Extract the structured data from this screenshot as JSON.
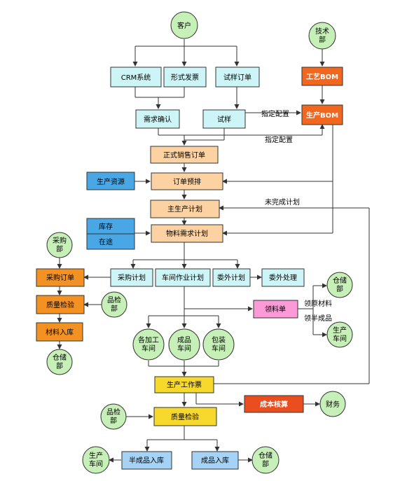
{
  "colors": {
    "circle": "#c6f0b8",
    "cyan": "#cdf5f7",
    "blue": "#4aa7e6",
    "peach": "#fcd2a2",
    "orange": "#f39223",
    "bom_orange": "#f2671f",
    "red_orange": "#ea4e1e",
    "pink": "#fb9ad6",
    "yellow": "#f7d82c",
    "light_blue": "#a6d3f5",
    "line": "#333333"
  },
  "nodes": {
    "customer": "客户",
    "tech_dept": [
      "技术",
      "部"
    ],
    "crm": "CRM系统",
    "proforma": "形式发票",
    "sample_order": "试样订单",
    "process_bom": "工艺BOM",
    "demand_confirm": "需求确认",
    "sample": "试样",
    "production_bom": "生产BOM",
    "formal_order": "正式销售订单",
    "prod_resources": "生产资源",
    "order_schedule": "订单预排",
    "master_plan": "主生产计划",
    "inventory": "库存",
    "in_transit": "在途",
    "mrp": "物料需求计划",
    "purchase_dept": [
      "采购",
      "部"
    ],
    "purchase_order": "采购订单",
    "purchase_plan": "采购计划",
    "workshop_plan": "车间作业计划",
    "outsource_plan": "委外计划",
    "outsource_proc": "委外处理",
    "qc_dept_left": [
      "品检",
      "部"
    ],
    "quality_check_left": "质量检验",
    "material_in": "材料入库",
    "warehouse_left": [
      "仓储",
      "部"
    ],
    "requisition": "领料单",
    "warehouse_right": [
      "仓储",
      "部"
    ],
    "prod_workshop_right": [
      "生产",
      "车间"
    ],
    "processing_ws": [
      "各加工",
      "车间"
    ],
    "finished_ws": [
      "成品",
      "车间"
    ],
    "packing_ws": [
      "包装",
      "车间"
    ],
    "work_ticket": "生产工作票",
    "cost_accounting": "成本核算",
    "finance": "财务",
    "qc_dept_bottom": [
      "品检",
      "部"
    ],
    "quality_check_bottom": "质量检验",
    "prod_workshop_bottom": [
      "生产",
      "车间"
    ],
    "semi_in": "半成品入库",
    "finished_in": "成品入库",
    "warehouse_bottom": [
      "仓储",
      "部"
    ]
  },
  "edge_labels": {
    "assign_config_1": "指定配置",
    "assign_config_2": "指定配置",
    "unfinished_plan": "未完成计划",
    "get_raw": "领原材料",
    "get_semi": "领半成品"
  }
}
